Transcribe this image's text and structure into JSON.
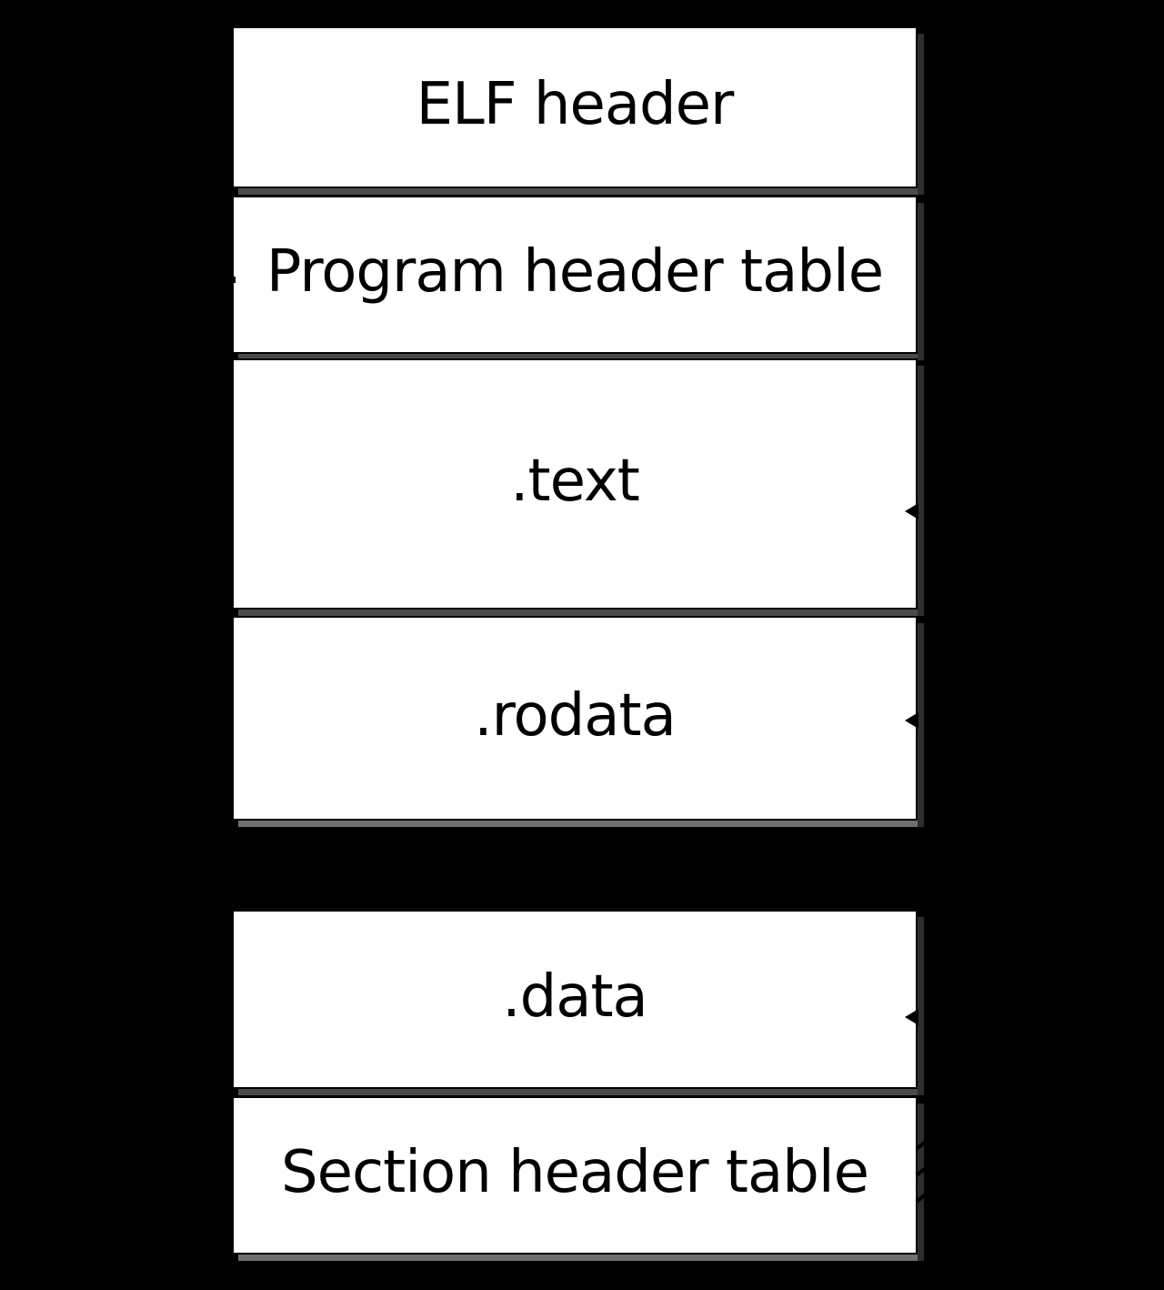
{
  "boxes": [
    {
      "id": "elf-header",
      "label": "ELF header"
    },
    {
      "id": "program-header-table",
      "label": "Program header table"
    },
    {
      "id": "text-section",
      "label": ".text"
    },
    {
      "id": "rodata-section",
      "label": ".rodata"
    },
    {
      "id": "data-section",
      "label": ".data"
    },
    {
      "id": "section-header-table",
      "label": "Section header table"
    }
  ],
  "colors": {
    "background": "#000000",
    "box_fill": "#ffffff",
    "box_border": "#000000",
    "shadow_right": "#2e2e2e",
    "shadow_bottom": "#6f6f6f",
    "text": "#000000"
  }
}
